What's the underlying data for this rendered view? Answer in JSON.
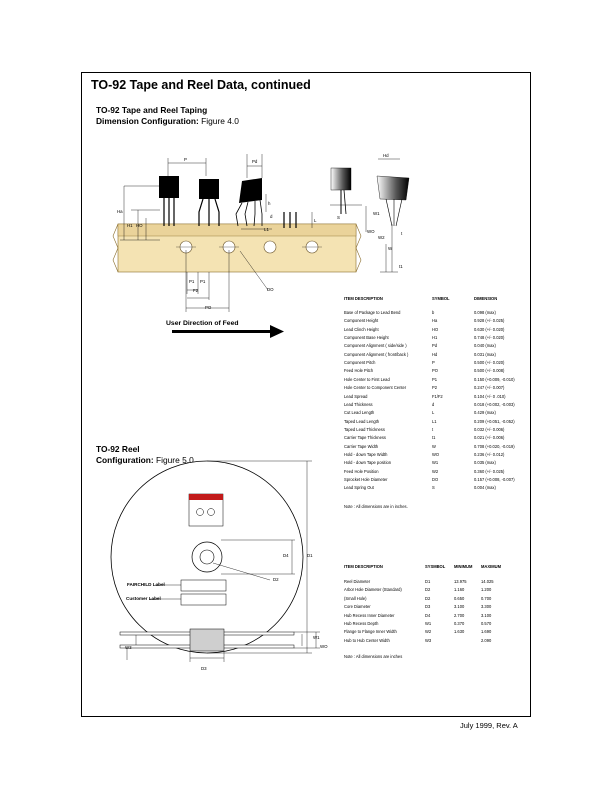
{
  "page": {
    "title": "TO-92 Tape and Reel Data, continued",
    "footer": "July 1999, Rev. A"
  },
  "taping_section": {
    "heading": "TO-92 Tape and Reel Taping",
    "caption_prefix": "Dimension Configuration:",
    "caption_figure": "Figure 4.0"
  },
  "reel_section": {
    "heading": "TO-92 Reel",
    "caption_prefix": "Configuration:",
    "caption_figure": "Figure 5.0"
  },
  "taping_labels": {
    "p": "P",
    "pd": "Pd",
    "hd": "Hd",
    "ha": "Ha",
    "h1": "H1",
    "hoh": "HO",
    "h": "h",
    "d": "d",
    "l1": "L1",
    "l": "L",
    "s": "S",
    "w1": "W1",
    "wo": "WO",
    "w2": "W2",
    "t": "t",
    "w": "W",
    "t1": "t1",
    "p1": "P1",
    "p_second": "P1",
    "f2": "F2",
    "po": "PO",
    "do": "DO",
    "feed_direction": "User Direction of Feed"
  },
  "reel_labels": {
    "d1": "D1",
    "d2": "D2",
    "d3": "D3",
    "d4": "D4",
    "w1": "W1",
    "w2": "W2",
    "w3": "W3",
    "wo": "WO",
    "fairchild_label": "FAIRCHILD Label",
    "customer_label": "Customer Label"
  },
  "taping_table": {
    "headers": [
      "ITEM DESCRIPTION",
      "SYMBOL",
      "DIMENSION"
    ],
    "rows": [
      [
        "Base of Package to Lead Bend",
        "b",
        "0.098 (max)"
      ],
      [
        "Component Height",
        "Ha",
        "0.928 (+/- 0.025)"
      ],
      [
        "Lead Clinch Height",
        "HO",
        "0.630 (+/- 0.020)"
      ],
      [
        "Component Base Height",
        "H1",
        "0.748 (+/- 0.020)"
      ],
      [
        "Component Alignment ( side/side )",
        "Pd",
        "0.040 (max)"
      ],
      [
        "Component Alignment ( front/back )",
        "Hd",
        "0.031 (max)"
      ],
      [
        "Component Pitch",
        "P",
        "0.500 (+/- 0.020)"
      ],
      [
        "Feed Hole Pitch",
        "PO",
        "0.500 (+/- 0.008)"
      ],
      [
        "Hole Center to First Lead",
        "P1",
        "0.150 (+0.009, -0.010)"
      ],
      [
        "Hole Center to Component Center",
        "P2",
        "0.247 (+/- 0.007)"
      ],
      [
        "Lead Spread",
        "F1/F2",
        "0.104 (+/- 0 .010)"
      ],
      [
        "Lead Thickness",
        "d",
        "0.018 (+0.002, -0.003)"
      ],
      [
        "Cut Lead Length",
        "L",
        "0.429 (max)"
      ],
      [
        "Taped Lead Length",
        "L1",
        "0.209 (+0.051, -0.052)"
      ],
      [
        "Taped Lead Thickness",
        "t",
        "0.032 (+/- 0.006)"
      ],
      [
        "Carrier Tape Thickness",
        "t1",
        "0.021 (+/- 0.006)"
      ],
      [
        "Carrier Tape Width",
        "W",
        "0.708 (+0.020, -0.019)"
      ],
      [
        "Hold - down Tape Width",
        "WO",
        "0.236 (+/- 0.012)"
      ],
      [
        "Hold - down Tape position",
        "W1",
        "0.035 (max)"
      ],
      [
        "Feed Hole Position",
        "W2",
        "0.360 (+/- 0.025)"
      ],
      [
        "Sprocket Hole Diameter",
        "DO",
        "0.157 (+0.008, -0.007)"
      ],
      [
        "Lead Spring Out",
        "S",
        "0.004 (max)"
      ]
    ],
    "note": "Note : All dimensions are in inches."
  },
  "reel_table": {
    "headers": [
      "ITEM DESCRIPTION",
      "SYSMBOL",
      "MINIMUM",
      "MAXIMUM"
    ],
    "rows": [
      [
        "Reel Diameter",
        "D1",
        "13.975",
        "14.025"
      ],
      [
        "Arbor Hole Diameter (Standard)",
        "D2",
        "1.160",
        "1.200"
      ],
      [
        "(Small Hole)",
        "D2",
        "0.650",
        "0.700"
      ],
      [
        "Core Diameter",
        "D3",
        "3.100",
        "3.300"
      ],
      [
        "Hub Recess Inner Diameter",
        "D4",
        "2.700",
        "3.100"
      ],
      [
        "Hub Recess Depth",
        "W1",
        "0.370",
        "0.570"
      ],
      [
        "Flange to Flange Inner Width",
        "W2",
        "1.630",
        "1.690"
      ],
      [
        "Hub to Hub Center Width",
        "W3",
        "",
        "2.090"
      ]
    ],
    "note": "Note : All dimensions are inches"
  },
  "colors": {
    "tape": "#f4e3b3",
    "body": "#000000",
    "frame": "#000000",
    "label": "#c21a1a"
  }
}
